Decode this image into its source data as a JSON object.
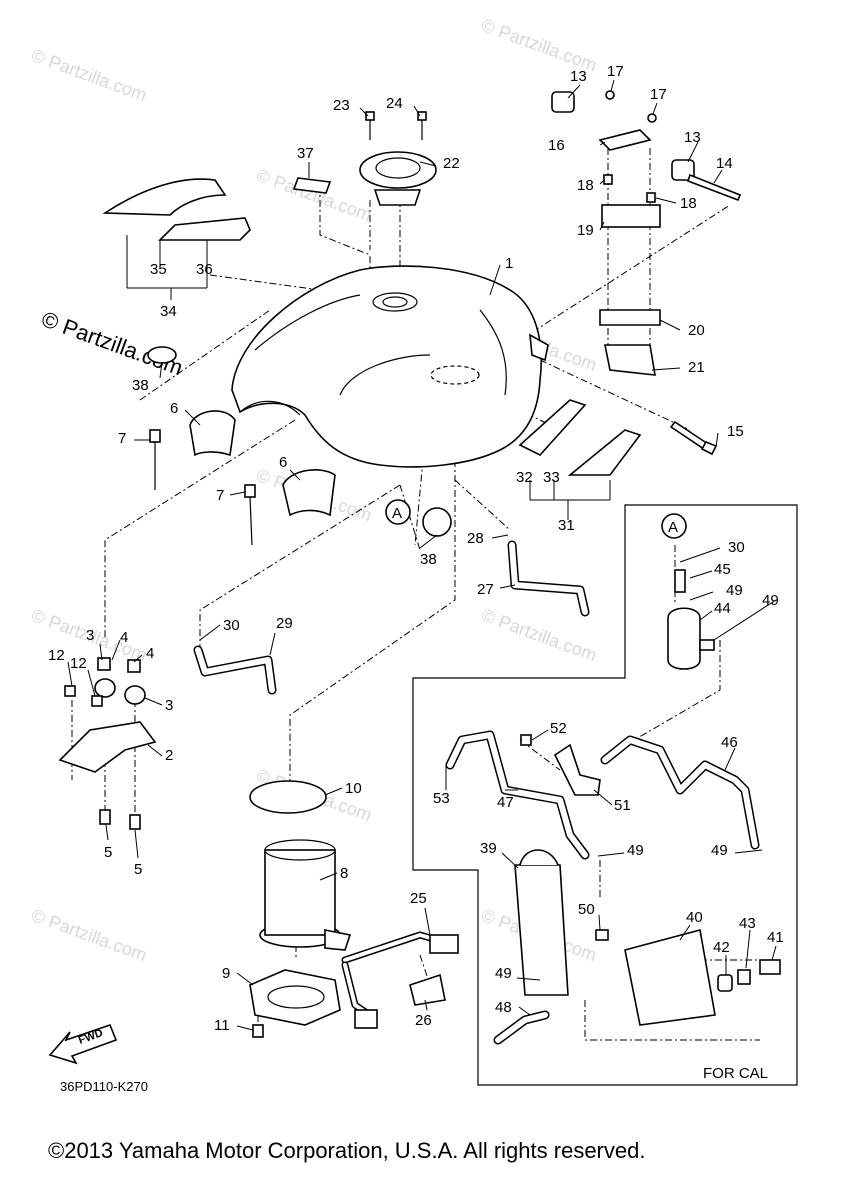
{
  "watermarks": [
    "© Partzilla.com",
    "© Partzilla.com",
    "© Partzilla.com",
    "© Partzilla.com",
    "© Partzilla.com",
    "© Partzilla.com",
    "© Partzilla.com",
    "© Partzilla.com",
    "© Partzilla.com",
    "© Partzilla.com",
    "© Partzilla.com"
  ],
  "callouts": [
    "1",
    "2",
    "3",
    "3",
    "4",
    "4",
    "5",
    "5",
    "6",
    "6",
    "7",
    "7",
    "8",
    "9",
    "10",
    "11",
    "12",
    "12",
    "13",
    "13",
    "14",
    "15",
    "16",
    "17",
    "17",
    "18",
    "18",
    "19",
    "20",
    "21",
    "22",
    "23",
    "24",
    "25",
    "26",
    "27",
    "28",
    "29",
    "30",
    "30",
    "31",
    "32",
    "33",
    "34",
    "35",
    "36",
    "37",
    "38",
    "38",
    "39",
    "40",
    "41",
    "42",
    "43",
    "44",
    "45",
    "46",
    "47",
    "48",
    "49",
    "49",
    "49",
    "49",
    "49",
    "50",
    "51",
    "52",
    "53"
  ],
  "reference_markers": [
    "A",
    "A"
  ],
  "fwd_label": "FWD",
  "diagram_code": "36PD110-K270",
  "for_cal_label": "FOR CAL",
  "copyright": "©2013 Yamaha Motor Corporation, U.S.A. All rights reserved."
}
